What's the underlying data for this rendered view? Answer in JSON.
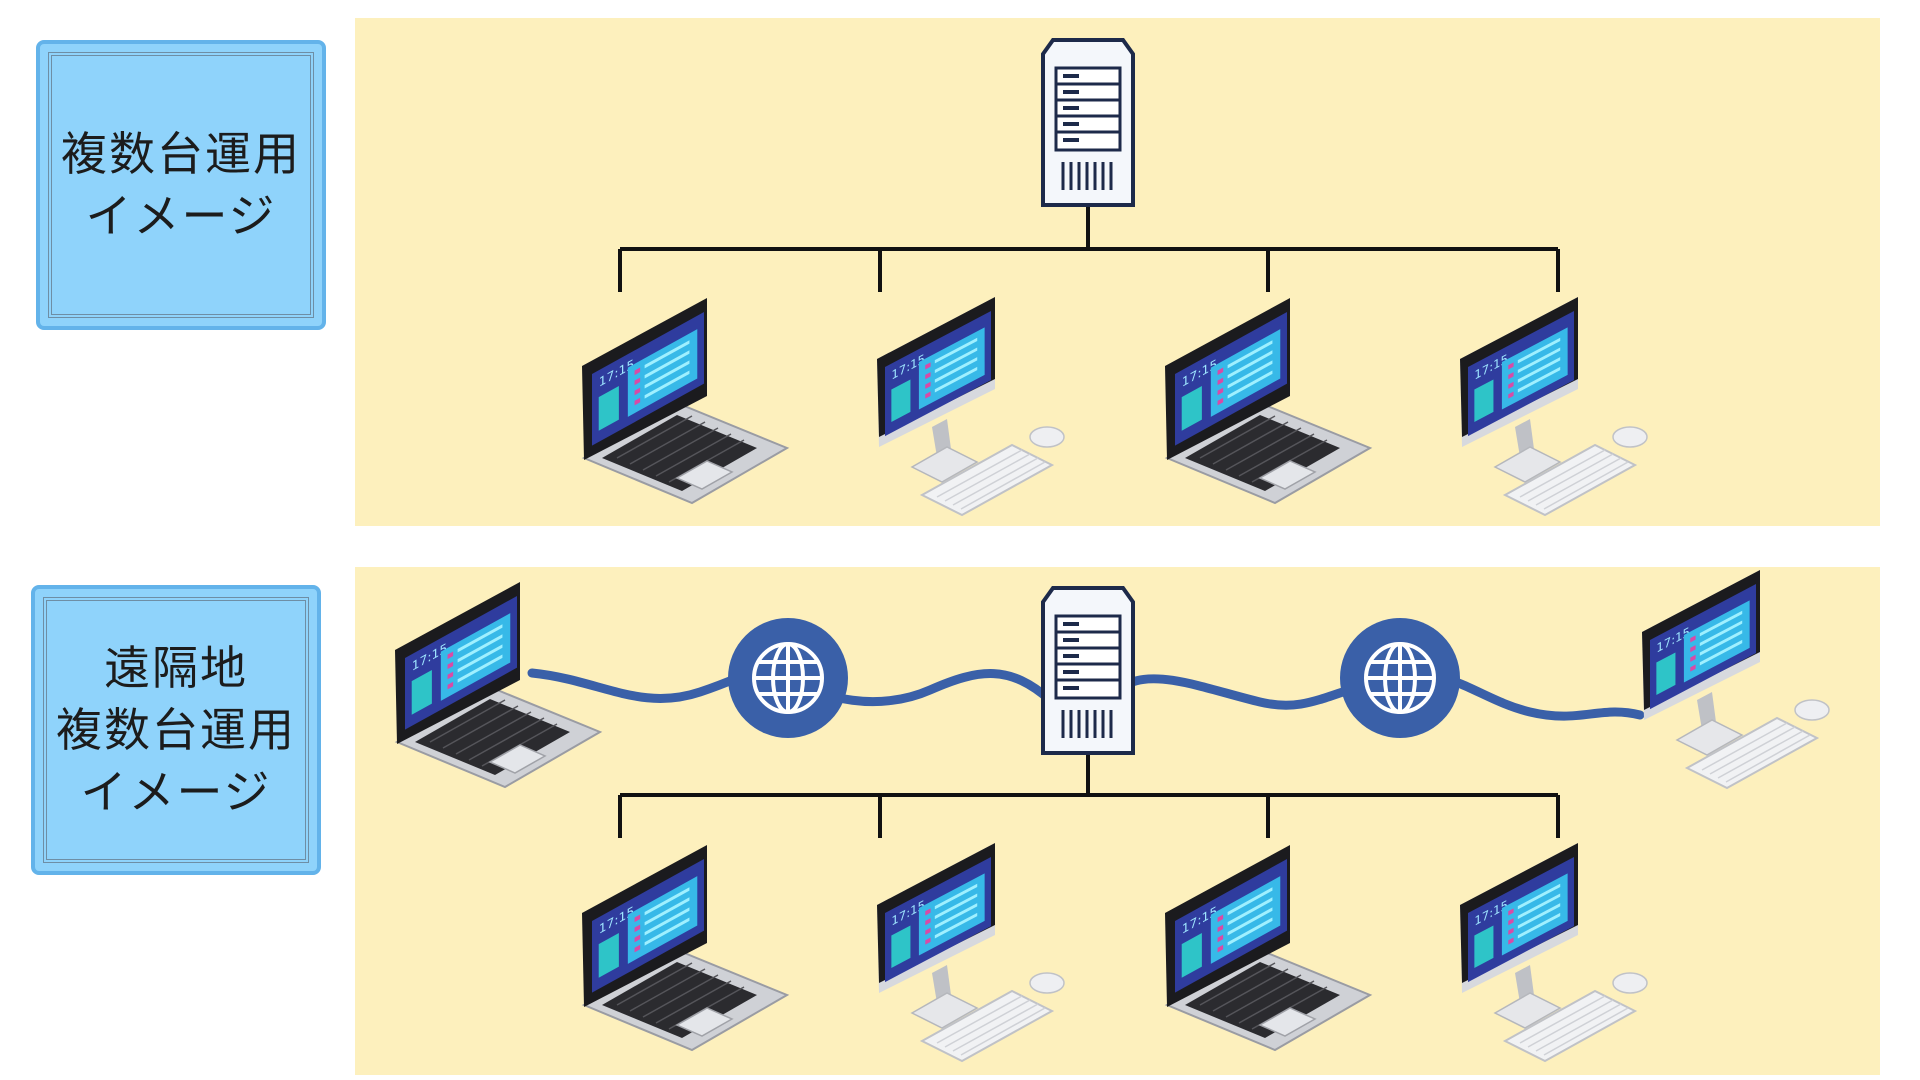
{
  "labels": {
    "single": {
      "lines": [
        "複数台運用",
        "イメージ"
      ]
    },
    "remote": {
      "lines": [
        "遠隔地",
        "複数台運用",
        "イメージ"
      ]
    }
  },
  "device_screen_text": "17:15",
  "colors": {
    "panel_bg": "#fdf0bd",
    "label_bg": "#8fd3fb",
    "label_border": "#63b3ea",
    "network_blue": "#3a60a8",
    "screen_blue": "#2f3c9e",
    "line_black": "#111111"
  },
  "icons": [
    "server-icon",
    "laptop-icon",
    "desktop-icon",
    "globe-icon"
  ]
}
